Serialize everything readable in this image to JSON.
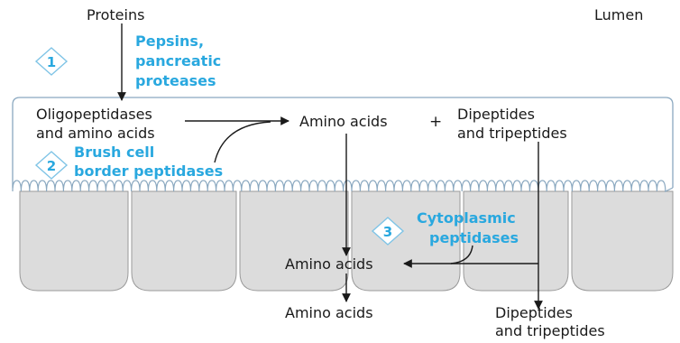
{
  "labels": {
    "proteins": "Proteins",
    "lumen": "Lumen",
    "pepsins_line1": "Pepsins,",
    "pepsins_line2": "pancreatic",
    "pepsins_line3": "proteases",
    "oligo_line1": "Oligopeptidases",
    "oligo_line2": "and amino acids",
    "brush_line1": "Brush cell",
    "brush_line2": "border peptidases",
    "amino_lumen": "Amino acids",
    "plus": "+",
    "dipep_lumen_line1": "Dipeptides",
    "dipep_lumen_line2": "and tripeptides",
    "cyto_line1": "Cytoplasmic",
    "cyto_line2": "peptidases",
    "amino_cell": "Amino acids",
    "amino_out": "Amino acids",
    "dipep_out_line1": "Dipeptides",
    "dipep_out_line2": "and tripeptides"
  },
  "steps": [
    "1",
    "2",
    "3"
  ],
  "colors": {
    "accent": "#29a8df",
    "cell_fill": "#dcdcdc",
    "outline": "#8aa8c0",
    "text": "#1a1a1a"
  }
}
